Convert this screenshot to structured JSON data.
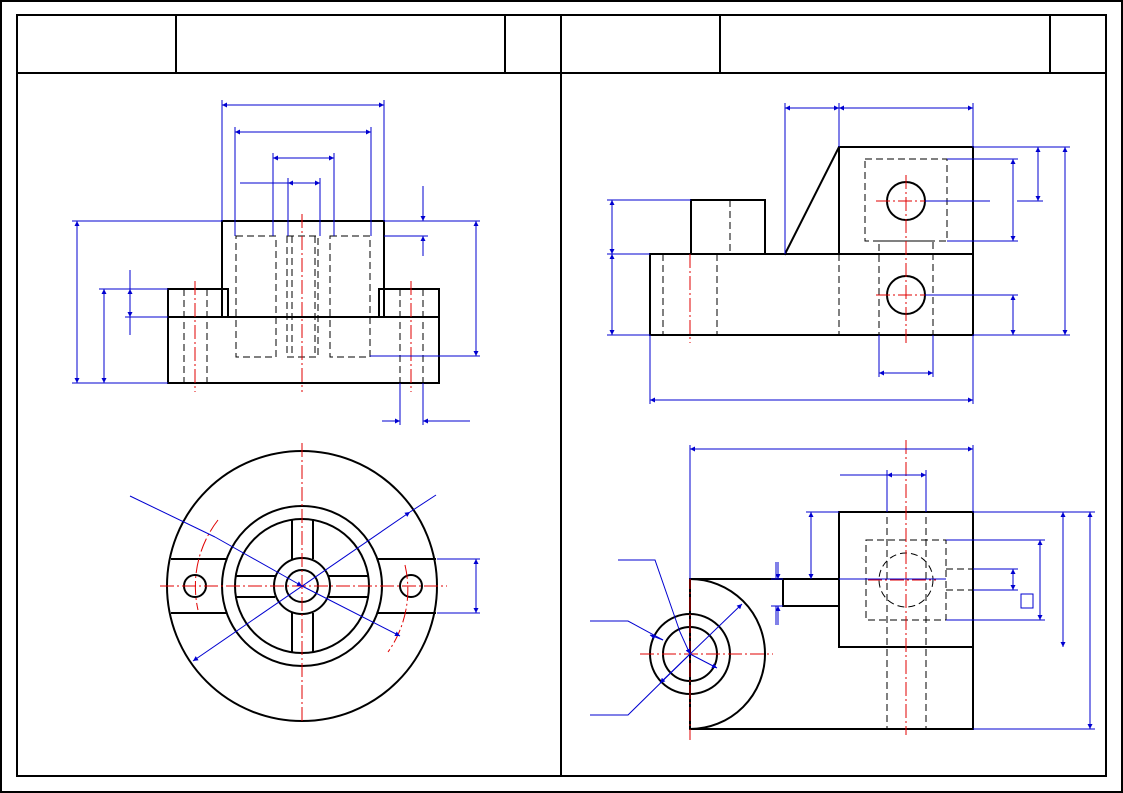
{
  "drawing": {
    "title_block_cells": [
      "",
      "",
      "",
      "",
      "",
      ""
    ],
    "colors": {
      "object_line": "#000000",
      "center_line": "#e00000",
      "dimension_line": "#0000d0",
      "background": "#ffffff"
    },
    "views": [
      "front-view-left-part",
      "top-view-left-part",
      "front-view-right-part",
      "top-view-right-part"
    ]
  }
}
